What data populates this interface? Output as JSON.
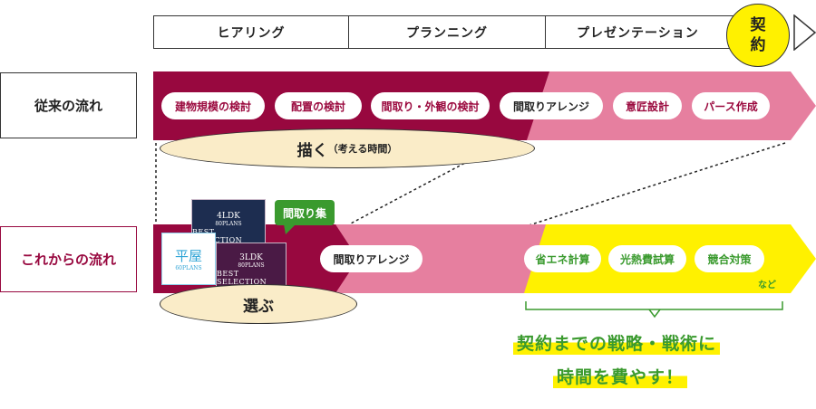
{
  "phases": [
    "ヒアリング",
    "プランニング",
    "プレゼンテーション"
  ],
  "contract": [
    "契",
    "約"
  ],
  "rows": {
    "traditional": {
      "label": "従来の流れ",
      "steps": [
        "建物規模の検討",
        "配置の検討",
        "間取り・外観の検討",
        "間取りアレンジ",
        "意匠設計",
        "パース作成"
      ],
      "ellipse_main": "描く",
      "ellipse_sub": "（考える時間）"
    },
    "new": {
      "label": "これからの流れ",
      "collection_badge": "間取り集",
      "books": [
        {
          "sub1": "4LDK",
          "sub2": "80PLANS",
          "title": "BEST SELECTION"
        },
        {
          "sub1": "平屋",
          "sub2": "60PLANS",
          "title": ""
        },
        {
          "sub1": "3LDK",
          "sub2": "80PLANS",
          "title": "BEST SELECTION"
        }
      ],
      "arrange_step": "間取りアレンジ",
      "strategy_steps": [
        "省エネ計算",
        "光熱費試算",
        "競合対策"
      ],
      "etc": "など",
      "ellipse_main": "選ぶ"
    }
  },
  "message": [
    "契約までの戦略・戦術に",
    "時間を費やす！"
  ],
  "colors": {
    "crimson": "#98083f",
    "pink": "#e67f9f",
    "yellow": "#fff100",
    "green": "#3a9a2e",
    "ellipse_fill": "#faecc8"
  }
}
